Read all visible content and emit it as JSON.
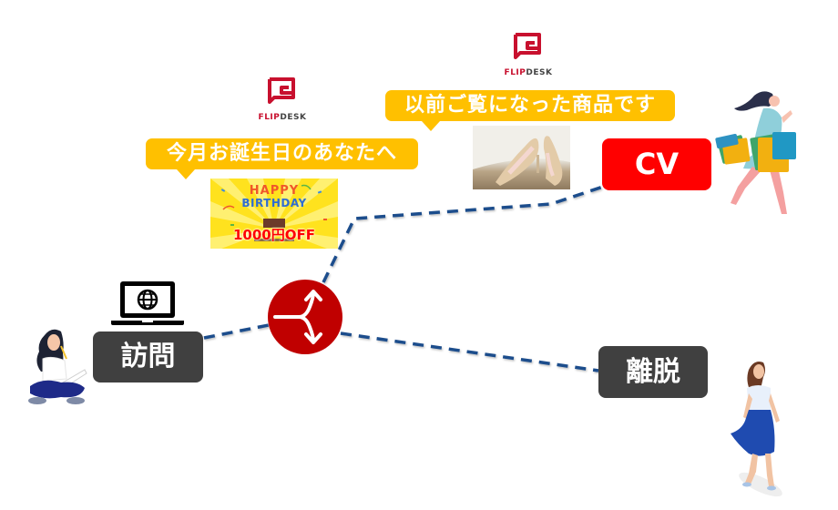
{
  "diagram": {
    "visit_label": "訪問",
    "cv_label": "CV",
    "exit_label": "離脱",
    "callout_birthday": "今月お誕生日のあなたへ",
    "callout_viewed": "以前ご覧になった商品です",
    "logo_text_accent": "FLIP",
    "logo_text_rest": "DESK",
    "banner": {
      "happy": "HAPPY",
      "birthday": "BIRTHDAY",
      "discount": "1000円OFF"
    }
  },
  "colors": {
    "callout": "#FFC000",
    "cv": "#FF0000",
    "label_dark": "#404040",
    "branch": "#C00000",
    "dash_line": "#1F4E8C",
    "logo_red": "#C8102E"
  },
  "icons": {
    "branch": "split-arrow-icon",
    "laptop": "laptop-globe-icon",
    "logo": "flipdesk-logo"
  }
}
